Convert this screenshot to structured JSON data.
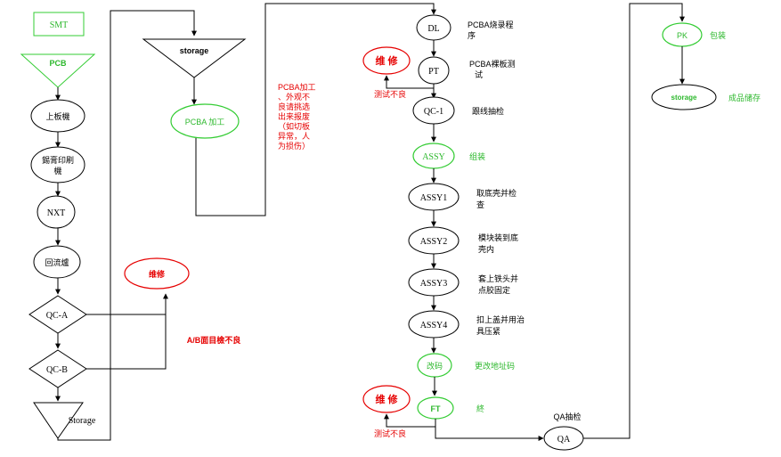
{
  "colors": {
    "green": "#33cc33",
    "red": "#e60000",
    "black": "#000000"
  },
  "left_column": {
    "smt": "SMT",
    "pcb": "PCB",
    "loader": "上板機",
    "solder_print_1": "錫膏印刷",
    "solder_print_2": "機",
    "nxt": "NXT",
    "reflow": "回流爐",
    "qca": "QC-A",
    "qcb": "QC-B",
    "storage": "Storage",
    "repair": "维修",
    "ab_note": "A/B面目檢不良"
  },
  "middle_column": {
    "storage": "storage",
    "pcba_process": "PCBA 加工",
    "note_lines": [
      "PCBA加工",
      "、外观不",
      "良请挑选",
      "出来报废",
      "（如切板",
      "异常，人",
      "为损伤）"
    ]
  },
  "right_column": {
    "dl": "DL",
    "dl_note": [
      "PCBA烧录程",
      "序"
    ],
    "pt": "PT",
    "pt_note": [
      "PCBA裸板测",
      "试"
    ],
    "repair_top": "维 修",
    "test_fail_top": "测试不良",
    "qc1": "QC-1",
    "qc1_note": "跟线抽检",
    "assy": "ASSY",
    "assy_note": "组装",
    "assy1": "ASSY1",
    "assy1_note": [
      "取底壳并检",
      "查"
    ],
    "assy2": "ASSY2",
    "assy2_note": [
      "模块装到底",
      "壳内"
    ],
    "assy3": "ASSY3",
    "assy3_note": [
      "套上铁头并",
      "点胶固定"
    ],
    "assy4": "ASSY4",
    "assy4_note": [
      "扣上盖并用治",
      "具压紧"
    ],
    "change_code": "改码",
    "change_code_note": "更改地址码",
    "repair_bottom": "维 修",
    "ft": "FT",
    "ft_note": "終",
    "test_fail_bottom": "测试不良",
    "qa_note": "QA抽检",
    "qa": "QA"
  },
  "far_right": {
    "pk": "PK",
    "pk_note": "包装",
    "storage": "storage",
    "storage_note": "成品储存"
  }
}
